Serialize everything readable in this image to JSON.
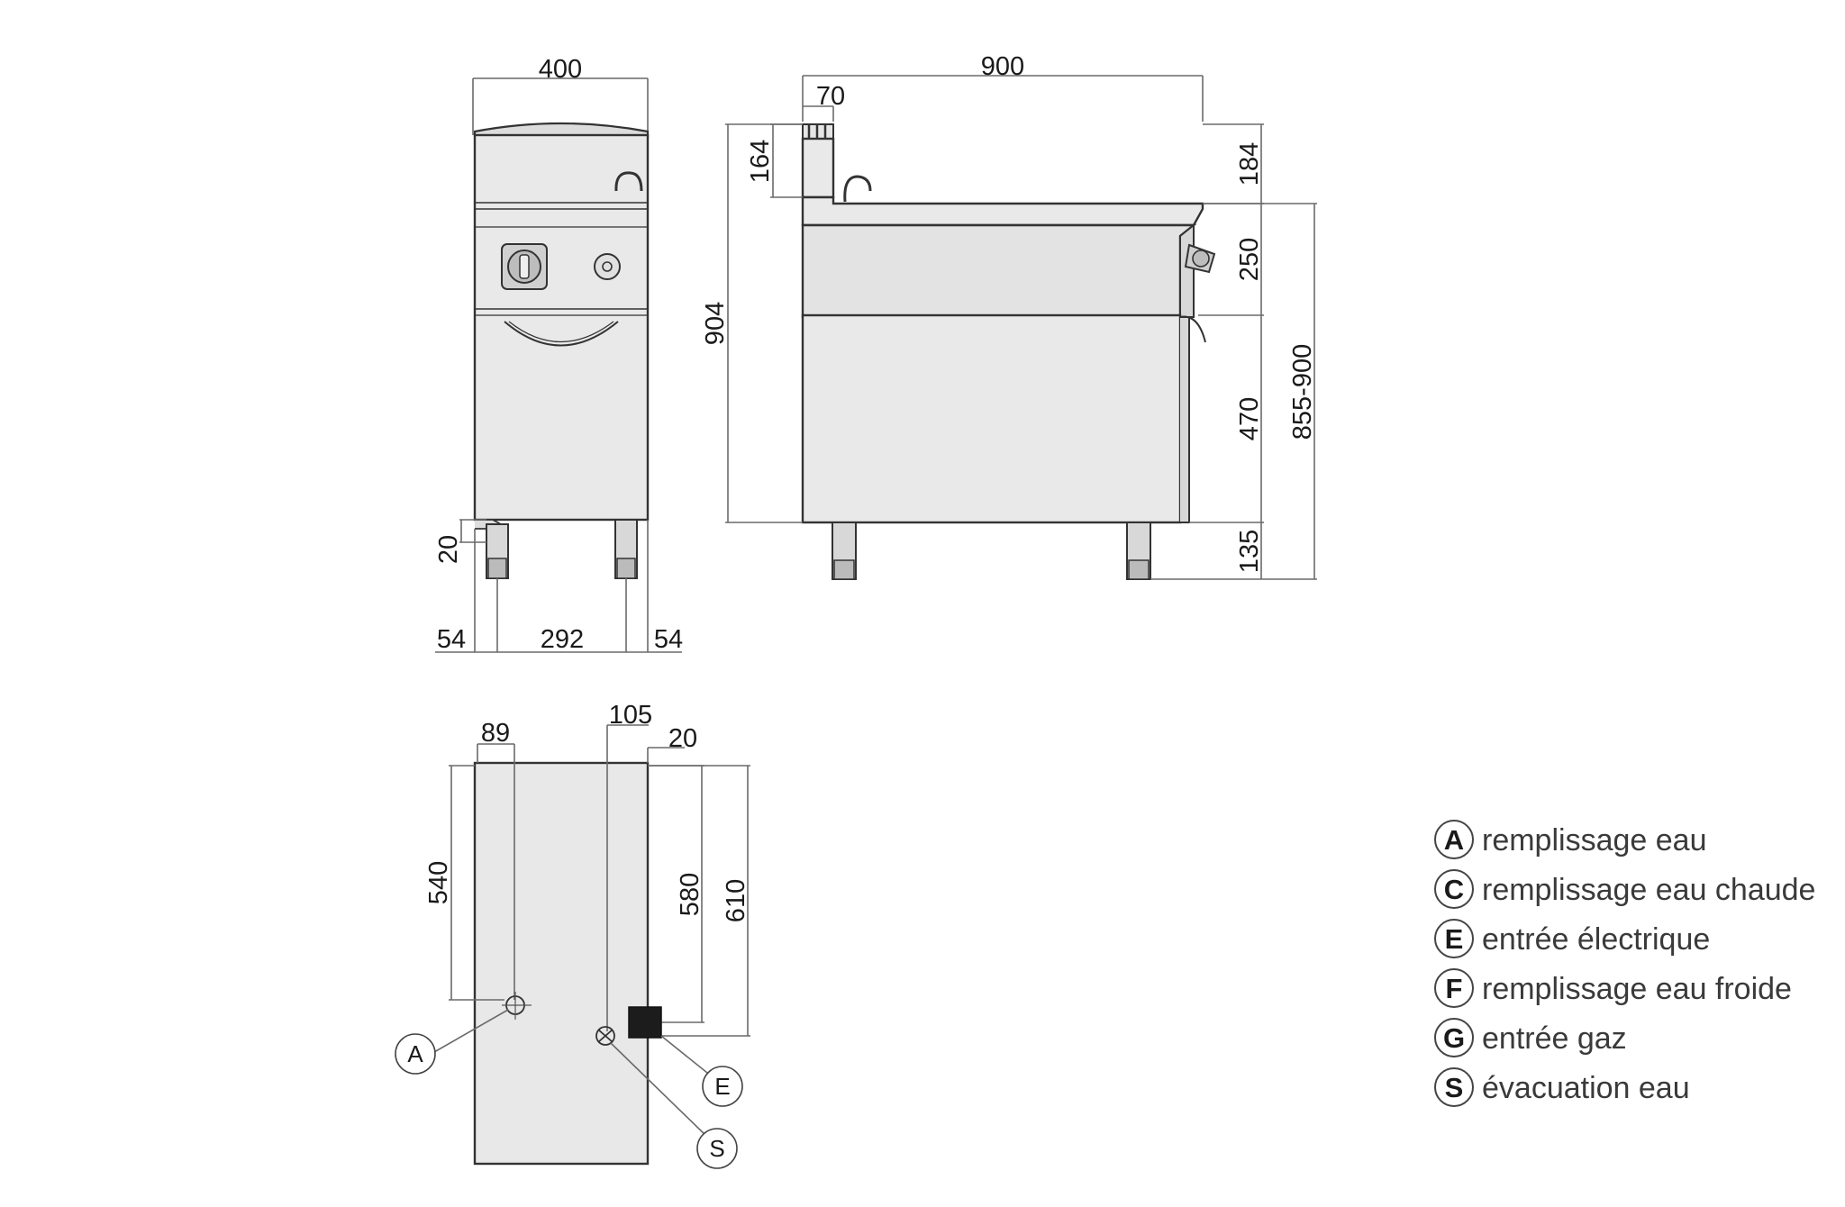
{
  "front_view": {
    "width": "400",
    "leg_height": "20",
    "left_offset": "54",
    "leg_span": "292",
    "right_offset": "54"
  },
  "side_view": {
    "depth": "900",
    "rear_upstand": "70",
    "upstand_height": "164",
    "total_height": "904",
    "top_section": "184",
    "control_section": "250",
    "cabinet_section": "470",
    "legs": "135",
    "working_height": "855-900"
  },
  "top_view": {
    "a_from_left": "89",
    "s_from_left": "105",
    "e_from_right": "20",
    "a_from_back": "540",
    "s_from_back": "580",
    "e_from_back": "610",
    "callouts": [
      "A",
      "E",
      "S"
    ]
  },
  "legend": [
    {
      "letter": "A",
      "text": "remplissage eau"
    },
    {
      "letter": "C",
      "text": "remplissage eau chaude"
    },
    {
      "letter": "E",
      "text": "entrée électrique"
    },
    {
      "letter": "F",
      "text": "remplissage eau froide"
    },
    {
      "letter": "G",
      "text": "entrée gaz"
    },
    {
      "letter": "S",
      "text": "évacuation eau"
    }
  ]
}
